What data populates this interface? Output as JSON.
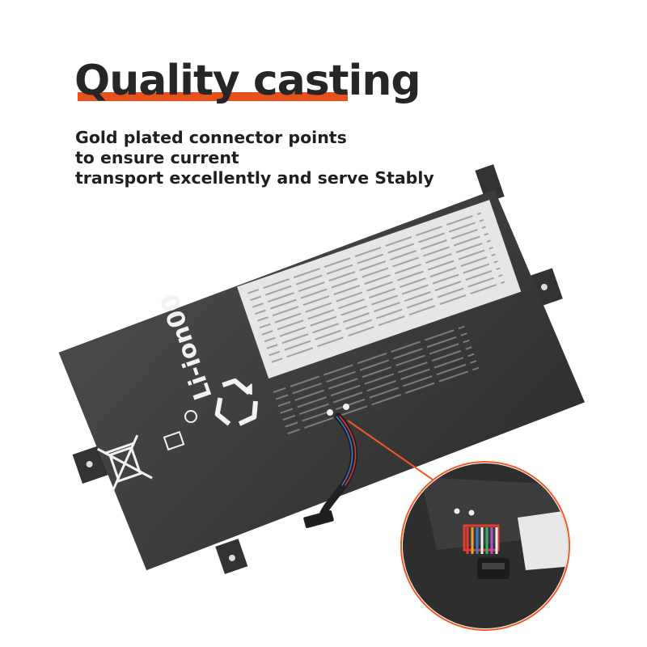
{
  "headline": "Quality casting",
  "subtitle_lines": [
    "Gold plated connector points",
    "to ensure current",
    "transport excellently and serve Stably"
  ],
  "battery": {
    "chemistry_label": "Li-ion00"
  },
  "colors": {
    "accent": "#e8501c",
    "battery_body": "#3a3a3a",
    "label_panel": "#e6e6e6",
    "callout_line": "#f05a23"
  },
  "icons": [
    "recycle-icon",
    "crossed-bin-icon",
    "certification-mark-icon"
  ]
}
